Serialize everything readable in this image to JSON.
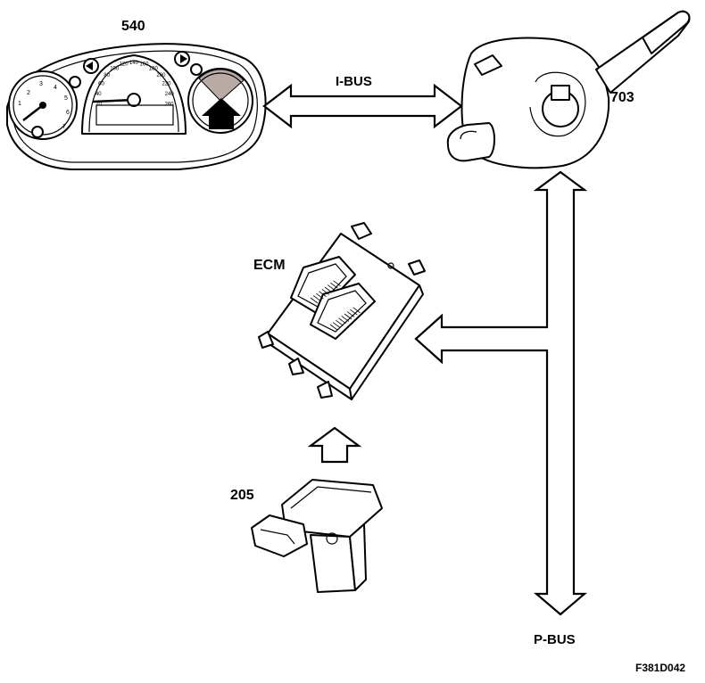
{
  "labels": {
    "cluster": "540",
    "stalk": "703",
    "ecm": "ECM",
    "sensor": "205",
    "ibus": "I-BUS",
    "pbus": "P-BUS",
    "figure_id": "F381D042"
  },
  "gauges": {
    "speed_ticks": [
      "20",
      "40",
      "60",
      "80",
      "100",
      "120",
      "140",
      "160",
      "180",
      "200",
      "220",
      "240",
      "260"
    ]
  },
  "colors": {
    "line": "#000000",
    "highlight": "#b9aaa6",
    "fill": "#ffffff"
  }
}
